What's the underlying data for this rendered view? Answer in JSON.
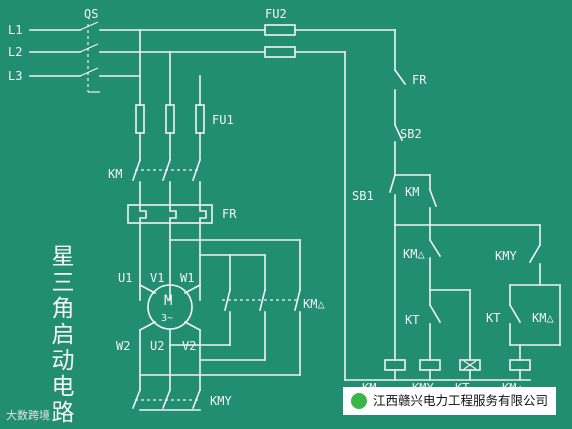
{
  "title_chars": [
    "星",
    "三",
    "角",
    "启",
    "动",
    "电",
    "路"
  ],
  "labels": {
    "l1": "L1",
    "l2": "L2",
    "l3": "L3",
    "qs": "QS",
    "fu2": "FU2",
    "fu1": "FU1",
    "km_main": "KM",
    "fr_main": "FR",
    "fr_ctrl": "FR",
    "sb2": "SB2",
    "sb1": "SB1",
    "km_aux": "KM",
    "km_delta_nc": "KM△",
    "km_y_nc": "KMY",
    "kt_contact": "KT",
    "kt_contact2": "KT",
    "km_delta_aux": "KM△",
    "u1": "U1",
    "v1": "V1",
    "w1": "W1",
    "w2": "W2",
    "u2": "U2",
    "v2": "V2",
    "motor_m": "M",
    "motor_3": "3~",
    "km_delta_main": "KM△",
    "km_y_main": "KMY",
    "coil_km": "KM",
    "coil_kmy": "KMY",
    "coil_kt": "KT",
    "coil_kmd": "KM△"
  },
  "watermark_left": "大数跨境",
  "watermark_right": "江西赣兴电力工程服务有限公司",
  "colors": {
    "background": "#218d71",
    "wire": "#f2f2f2"
  }
}
